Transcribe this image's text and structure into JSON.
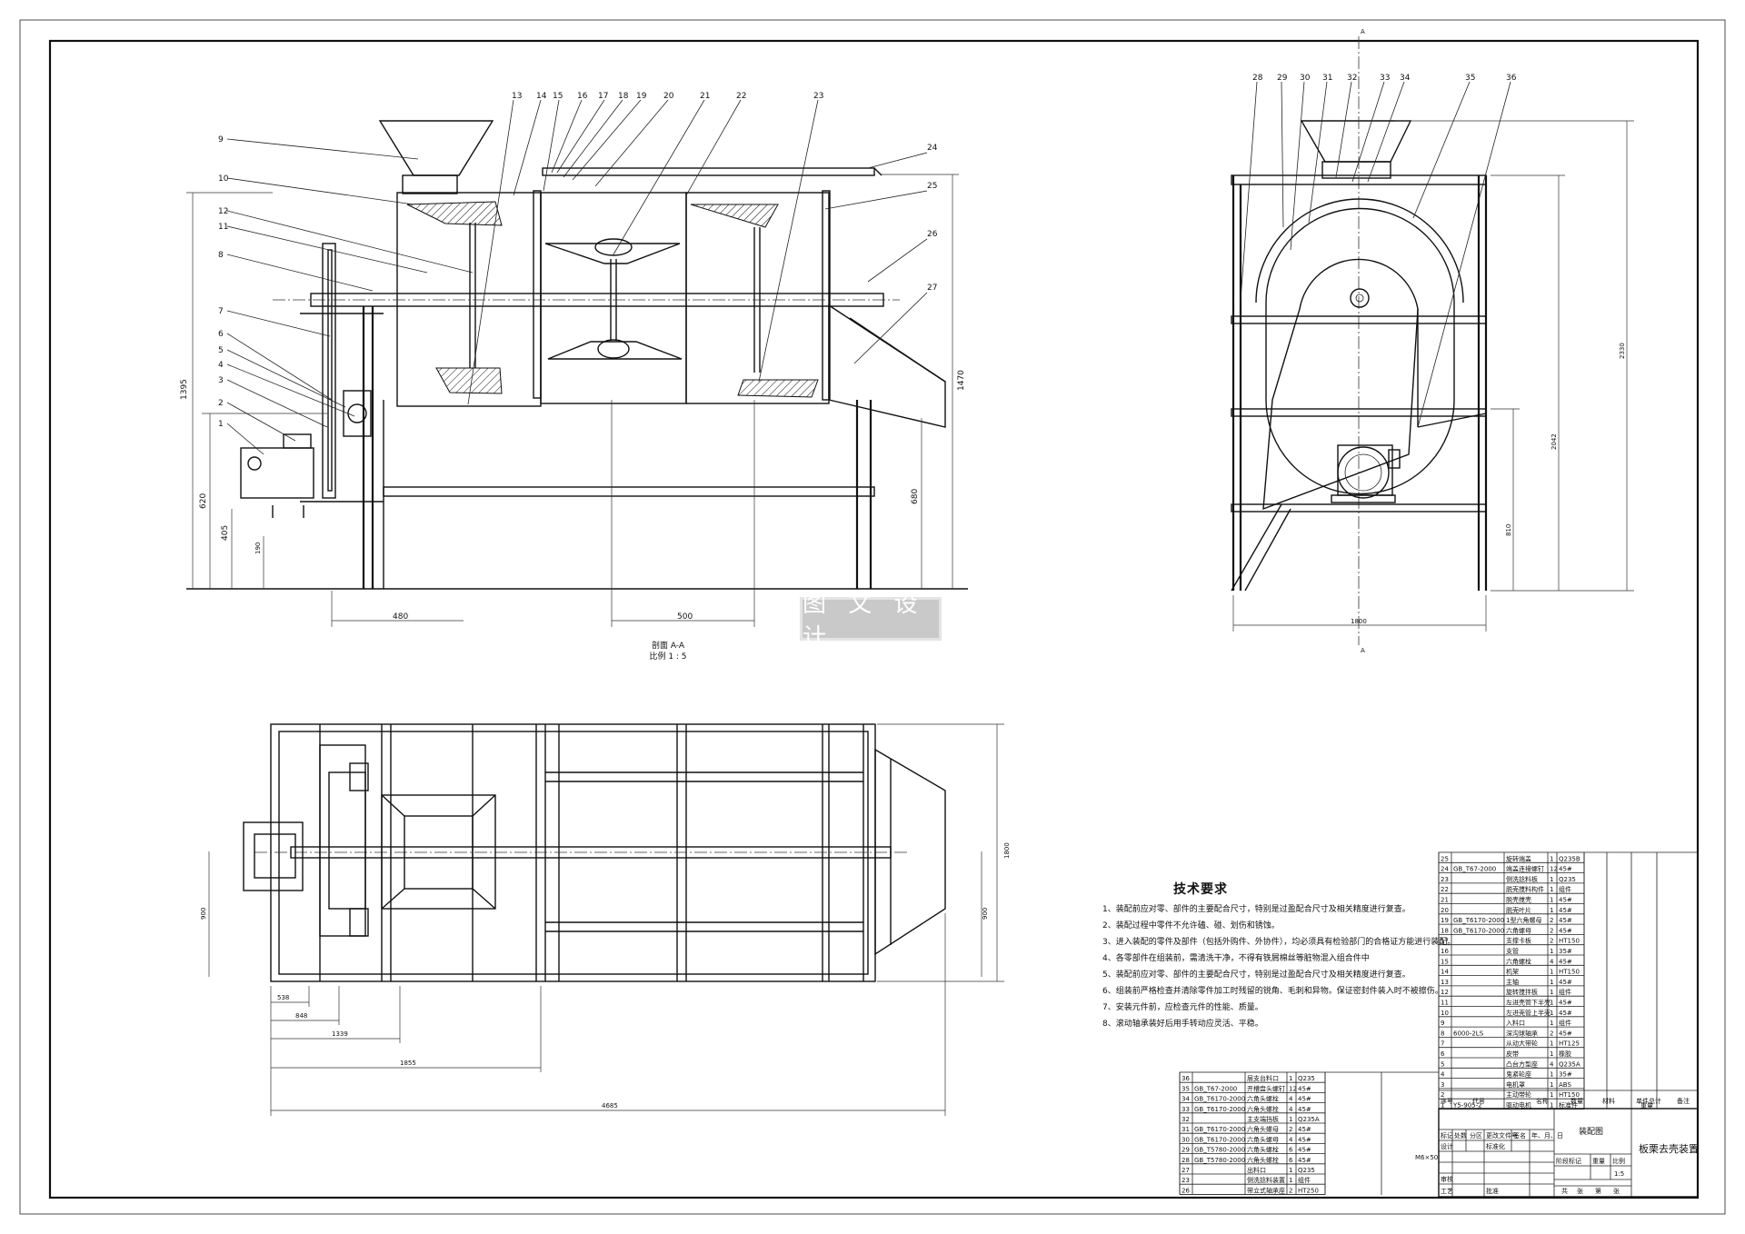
{
  "watermark": "图 文 设 计",
  "section": {
    "title": "剖面 A-A",
    "scale": "比例 1 : 5"
  },
  "section_marks": [
    "A",
    "A"
  ],
  "callouts_front": [
    "9",
    "10",
    "12",
    "11",
    "8",
    "7",
    "6",
    "5",
    "4",
    "3",
    "2",
    "1",
    "13",
    "14",
    "15",
    "16",
    "17",
    "18",
    "19",
    "20",
    "21",
    "22",
    "23",
    "24",
    "25",
    "26",
    "27"
  ],
  "callouts_side": [
    "28",
    "29",
    "30",
    "31",
    "32",
    "33",
    "34",
    "35",
    "36"
  ],
  "dims_front": {
    "d1395": "1395",
    "d620": "620",
    "d405": "405",
    "d190": "190",
    "d680": "680",
    "d1470": "1470",
    "d480": "480",
    "d500": "500"
  },
  "dims_side": {
    "d1800": "1800",
    "d2330": "2330",
    "d2042": "2042",
    "d810": "810"
  },
  "dims_top": {
    "d900a": "900",
    "d900b": "900",
    "d1800": "1800",
    "d538": "538",
    "d848": "848",
    "d1339": "1339",
    "d1855": "1855",
    "d4685": "4685"
  },
  "tech_requirements": {
    "title": "技术要求",
    "items": [
      "1、装配前应对零、部件的主要配合尺寸，特别是过盈配合尺寸及相关精度进行复查。",
      "2、装配过程中零件不允许磕、碰、划伤和锈蚀。",
      "3、进入装配的零件及部件（包括外购件、外协件），均必须具有检验部门的合格证方能进行装配。",
      "4、各零部件在组装前，需清洗干净，不得有铁屑棉丝等脏物混入组合件中",
      "5、装配前应对零、部件的主要配合尺寸，特别是过盈配合尺寸及相关精度进行复查。",
      "6、组装前严格检查并清除零件加工时残留的锐角、毛刺和异物。保证密封件装入时不被擦伤。",
      "7、安装元件前，应检查元件的性能、质量。",
      "8、滚动轴承装好后用手转动应灵活、平稳。"
    ]
  },
  "bom_right": [
    [
      "25",
      "",
      "旋转端盖",
      "1",
      "Q235B"
    ],
    [
      "24",
      "GB_T67-2000",
      "端盖连接螺钉",
      "12",
      "45#"
    ],
    [
      "23",
      "",
      "侧洗捻料板",
      "1",
      "Q235"
    ],
    [
      "22",
      "",
      "脱壳搅料构件",
      "1",
      "组件"
    ],
    [
      "21",
      "",
      "脱壳搅壳",
      "1",
      "45#"
    ],
    [
      "20",
      "",
      "脱壳叶片",
      "1",
      "45#"
    ],
    [
      "19",
      "GB_T6170-2000",
      "1型六角螺母",
      "2",
      "45#"
    ],
    [
      "18",
      "GB_T6170-2000",
      "六角螺母",
      "2",
      "45#"
    ],
    [
      "17",
      "",
      "支撑卡板",
      "2",
      "HT150"
    ],
    [
      "16",
      "",
      "支管",
      "1",
      "35#"
    ],
    [
      "15",
      "",
      "六角螺栓",
      "4",
      "45#"
    ],
    [
      "14",
      "",
      "机架",
      "1",
      "HT150"
    ],
    [
      "13",
      "",
      "主轴",
      "1",
      "45#"
    ],
    [
      "12",
      "",
      "旋转搅拌板",
      "1",
      "组件"
    ],
    [
      "11",
      "",
      "左进壳管下半壳",
      "1",
      "45#"
    ],
    [
      "10",
      "",
      "左进壳管上半壳",
      "1",
      "45#"
    ],
    [
      "9",
      "",
      "入料口",
      "1",
      "组件"
    ],
    [
      "8",
      "6000-2LS",
      "深沟球轴承",
      "2",
      "45#"
    ],
    [
      "7",
      "",
      "从动大带轮",
      "1",
      "HT125"
    ],
    [
      "6",
      "",
      "皮带",
      "1",
      "橡胶"
    ],
    [
      "5",
      "",
      "凸台方型座",
      "4",
      "Q235A"
    ],
    [
      "4",
      "",
      "鬼紧轮座",
      "1",
      "35#"
    ],
    [
      "3",
      "",
      "电机罩",
      "1",
      "ABS"
    ],
    [
      "2",
      "",
      "主动带轮",
      "1",
      "HT150"
    ],
    [
      "1",
      "Y5-905-2",
      "驱动电机",
      "1",
      "标准件"
    ]
  ],
  "bom_header": {
    "no": "序号",
    "code": "代号",
    "name": "名称",
    "qty": "数量",
    "material": "材料",
    "unit_weight": "单件",
    "total_weight": "总计",
    "weight": "重量",
    "remark": "备注"
  },
  "bom_left": [
    [
      "36",
      "",
      "层支台料口",
      "1",
      "Q235"
    ],
    [
      "35",
      "GB_T67-2000",
      "开槽盘头螺钉",
      "12",
      "45#"
    ],
    [
      "34",
      "GB_T6170-2000",
      "六角头螺栓",
      "4",
      "45#"
    ],
    [
      "33",
      "GB_T6170-2000",
      "六角头螺栓",
      "4",
      "45#"
    ],
    [
      "32",
      "",
      "主支端挡板",
      "1",
      "Q235A"
    ],
    [
      "31",
      "GB_T6170-2000",
      "六角头螺母",
      "2",
      "45#"
    ],
    [
      "30",
      "GB_T6170-2000",
      "六角头螺母",
      "4",
      "45#"
    ],
    [
      "29",
      "GB_T5780-2000",
      "六角头螺栓",
      "6",
      "45#"
    ],
    [
      "28",
      "GB_T5780-2000",
      "六角头螺栓",
      "6",
      "45#"
    ],
    [
      "27",
      "",
      "出料口",
      "1",
      "Q235"
    ],
    [
      "23",
      "",
      "侧洗捻料装置",
      "1",
      "组件"
    ],
    [
      "26",
      "",
      "带立式轴承座",
      "2",
      "HT250"
    ]
  ],
  "title_block": {
    "drawing": "装配图",
    "title": "板栗去壳装置",
    "scale": "1:5",
    "mark_row": [
      "标记",
      "处数",
      "分区",
      "更改文件号",
      "签名",
      "年、月、日"
    ],
    "design": "设计",
    "standardize": "标准化",
    "review": "审核",
    "process": "工艺",
    "approve": "批准",
    "stage": "阶段标记",
    "weight": "重量",
    "ratio": "比例",
    "sheet_total": "共",
    "sheet_label": "张",
    "sheet_no": "第",
    "sheet_label2": "张",
    "tolerance": "M6×50"
  }
}
